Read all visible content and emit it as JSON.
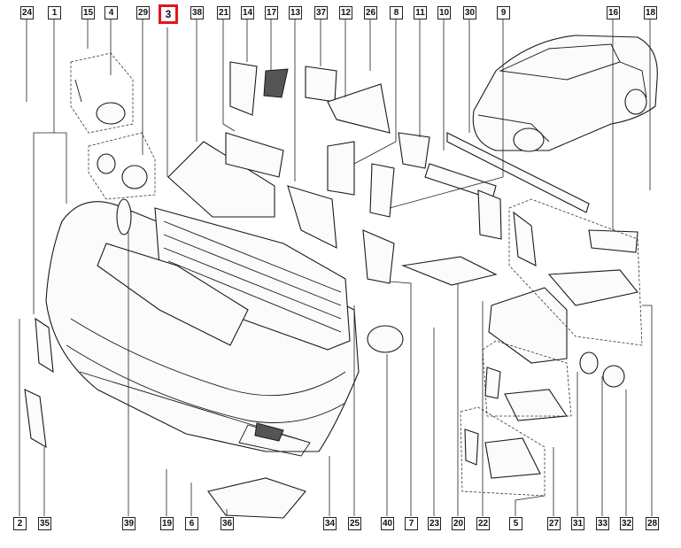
{
  "diagram": {
    "labels": {
      "top": [
        "24",
        "1",
        "15",
        "4",
        "29",
        "3",
        "38",
        "21",
        "14",
        "17",
        "13",
        "37",
        "12",
        "26",
        "8",
        "11",
        "10",
        "30",
        "9",
        "16",
        "18"
      ],
      "bottom": [
        "2",
        "35",
        "39",
        "19",
        "6",
        "36",
        "34",
        "25",
        "40",
        "7",
        "23",
        "20",
        "22",
        "5",
        "27",
        "31",
        "33",
        "32",
        "28"
      ]
    },
    "highlighted": "3",
    "colors": {
      "highlight": "#e0141e",
      "line": "#1a1a1a",
      "background": "#ffffff"
    }
  }
}
